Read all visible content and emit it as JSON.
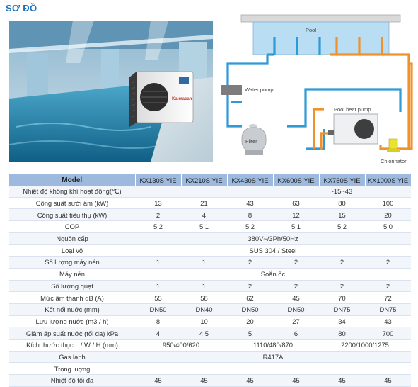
{
  "heading": "SƠ ĐỒ",
  "photo": {
    "brand": "Kaimacan"
  },
  "diagram": {
    "pool": "Pool",
    "water_pump": "Water pump",
    "filter": "Filter",
    "heat_pump": "Pool heat pump",
    "chlorinator": "Chlorinator",
    "colors": {
      "cold": "#2e9ad6",
      "hot": "#f0922b"
    }
  },
  "table": {
    "model_header": "Model",
    "models": [
      "KX130S YIE",
      "KX210S YIE",
      "KX430S YIE",
      "KX600S YIE",
      "KX750S YIE",
      "KX1000S YIE"
    ],
    "rows": {
      "ambient": {
        "label": "Nhiệt độ không khí hoạt động(℃)",
        "value": "-15~43"
      },
      "heating": {
        "label": "Công suất sưởi ấm (kW)",
        "values": [
          "13",
          "21",
          "43",
          "63",
          "80",
          "100"
        ]
      },
      "consumption": {
        "label": "Công suất tiêu thụ (kW)",
        "values": [
          "2",
          "4",
          "8",
          "12",
          "15",
          "20"
        ]
      },
      "cop": {
        "label": "COP",
        "values": [
          "5.2",
          "5.1",
          "5.2",
          "5.1",
          "5.2",
          "5.0"
        ]
      },
      "power": {
        "label": "Nguồn cấp",
        "value": "380V~/3Ph/50Hz"
      },
      "casing": {
        "label": "Loại vỏ",
        "value": "SUS 304 / Steel"
      },
      "fans": {
        "label": "Số lượng máy nén",
        "values": [
          "1",
          "1",
          "2",
          "2",
          "2",
          "2"
        ]
      },
      "compressor": {
        "label": "Máy nén",
        "value": "Soắn ốc"
      },
      "fan_qty": {
        "label": "Số lượng quạt",
        "values": [
          "1",
          "1",
          "2",
          "2",
          "2",
          "2"
        ]
      },
      "noise": {
        "label": "Mức âm thanh dB (A)",
        "values": [
          "55",
          "58",
          "62",
          "45",
          "70",
          "72"
        ]
      },
      "connection": {
        "label": "Kết nối nuớc (mm)",
        "values": [
          "DN50",
          "DN40",
          "DN50",
          "DN50",
          "DN75",
          "DN75"
        ]
      },
      "flow": {
        "label": "Lưu lượng nuớc (m3 / h)",
        "values": [
          "8",
          "10",
          "20",
          "27",
          "34",
          "43"
        ]
      },
      "pressure": {
        "label": "Giảm áp suất nuớc (tối đa) kPa",
        "values": [
          "4",
          "4.5",
          "5",
          "6",
          "80",
          "700"
        ]
      },
      "dimensions": {
        "label": "Kích thước thục L / W / H (mm)",
        "values": [
          "950/400/620",
          "1110/480/870",
          "2200/1000/1275"
        ]
      },
      "gas": {
        "label": "Gas lạnh",
        "value": "R417A"
      },
      "weight": {
        "label": "Trọng luợng"
      },
      "max_temp": {
        "label": "Nhiệt độ tối đa",
        "values": [
          "45",
          "45",
          "45",
          "45",
          "45",
          "45"
        ]
      }
    }
  }
}
